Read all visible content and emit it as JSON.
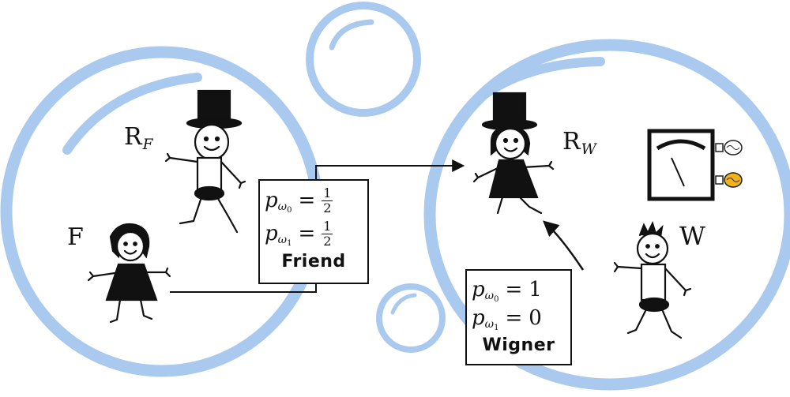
{
  "labels": {
    "rf": {
      "main": "R",
      "sub": "F"
    },
    "f": "F",
    "rw": {
      "main": "R",
      "sub": "W"
    },
    "w": "W"
  },
  "friend_box": {
    "eq0": {
      "p": "p",
      "sub_greek": "ω",
      "sub_index": "0",
      "op": "=",
      "num": "1",
      "den": "2"
    },
    "eq1": {
      "p": "p",
      "sub_greek": "ω",
      "sub_index": "1",
      "op": "=",
      "num": "1",
      "den": "2"
    },
    "caption": "Friend"
  },
  "wigner_box": {
    "eq0": {
      "p": "p",
      "sub_greek": "ω",
      "sub_index": "0",
      "op": "=",
      "val": "1"
    },
    "eq1": {
      "p": "p",
      "sub_greek": "ω",
      "sub_index": "1",
      "op": "=",
      "val": "0"
    },
    "caption": "Wigner"
  },
  "colors": {
    "bubble": "#a9c9ef",
    "ink": "#111111",
    "bulb_on": "#f2b21a"
  },
  "icons": [
    "bubble-ring",
    "top-hat-figure",
    "girl-figure",
    "boy-figure",
    "measurement-meter-icon",
    "light-bulb-off-icon",
    "light-bulb-on-icon",
    "arrow-icon"
  ]
}
